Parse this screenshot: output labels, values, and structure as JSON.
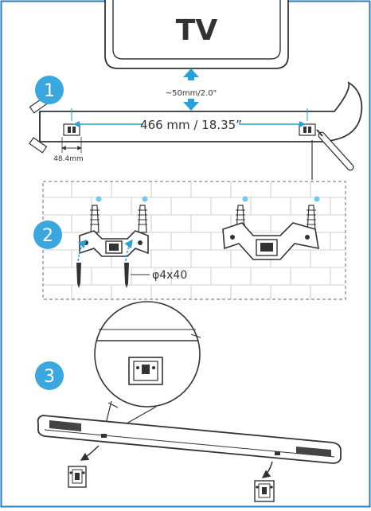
{
  "tv": {
    "label": "TV"
  },
  "gap_label": "~50mm/2.0\"",
  "width_label": "466 mm / 18.35”",
  "bracket_width_label": "48.4mm",
  "screw_label": "φ4x40",
  "steps": [
    "1",
    "2",
    "3"
  ],
  "colors": {
    "border": "#2b7bb9",
    "accent": "#2a9fd8",
    "step_circle": "#3aa7df",
    "dot": "#73c6ef",
    "wall_line": "#d2d2d2",
    "ink": "#333333"
  },
  "icons": [
    "arrow-double-vertical-icon",
    "arrow-double-horizontal-icon",
    "screwdriver-icon",
    "screw-icon",
    "anchor-icon",
    "bracket-icon",
    "curved-arrow-icon",
    "magnifier-callout-icon"
  ]
}
